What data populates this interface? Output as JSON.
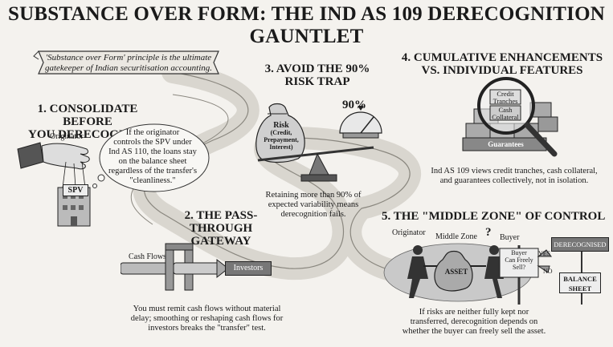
{
  "title": "SUBSTANCE OVER FORM: THE IND AS 109 DERECOGNITION GAUNTLET",
  "banner": {
    "line1": "'Substance over Form' principle is the ultimate",
    "line2": "gatekeeper of Indian securitisation accounting."
  },
  "step1": {
    "heading1": "1. CONSOLIDATE BEFORE",
    "heading2": "YOU DERECOGNISE",
    "originator_label": "Originator",
    "spv_label": "SPV",
    "bubble": [
      "If the originator",
      "controls the SPV under",
      "Ind AS 110, the loans stay",
      "on the balance sheet",
      "regardless of the transfer's",
      "\"cleanliness.\""
    ]
  },
  "step2": {
    "heading1": "2. THE PASS-",
    "heading2": "THROUGH GATEWAY",
    "cash_flows_label": "Cash Flows",
    "investors_label": "Investors",
    "body": [
      "You must remit cash flows without material",
      "delay; smoothing or reshaping cash flows for",
      "investors breaks the \"transfer\" test."
    ]
  },
  "step3": {
    "heading1": "3. AVOID THE 90%",
    "heading2": "RISK TRAP",
    "gauge_label": "90%",
    "bag_label": [
      "Risk",
      "(Credit,",
      "Prepayment,",
      "Interest)"
    ],
    "body": [
      "Retaining more than 90% of",
      "expected variability means",
      "derecognition fails."
    ]
  },
  "step4": {
    "heading1": "4. CUMULATIVE ENHANCEMENTS",
    "heading2": "VS. INDIVIDUAL FEATURES",
    "block_credit": [
      "Credit",
      "Tranches"
    ],
    "block_cash": [
      "Cash",
      "Collateral"
    ],
    "block_guarantees": "Guarantees",
    "body": [
      "Ind AS 109 views credit tranches, cash collateral,",
      "and guarantees collectively, not in isolation."
    ]
  },
  "step5": {
    "heading": "5. THE \"MIDDLE ZONE\" OF CONTROL",
    "originator_label": "Originator",
    "middle_zone_label": "Middle Zone",
    "question_mark": "?",
    "buyer_label": "Buyer",
    "asset_label": "ASSET",
    "sign_question": [
      "Buyer",
      "Can Freely",
      "Sell?"
    ],
    "yes_label": "YES",
    "no_label": "NO",
    "derecognised_label": "DERECOGNISED",
    "balance_sheet_label": [
      "BALANCE",
      "SHEET"
    ],
    "body": [
      "If risks are neither fully kept nor",
      "transferred, derecognition depends on",
      "whether the buyer can freely sell the asset."
    ]
  }
}
